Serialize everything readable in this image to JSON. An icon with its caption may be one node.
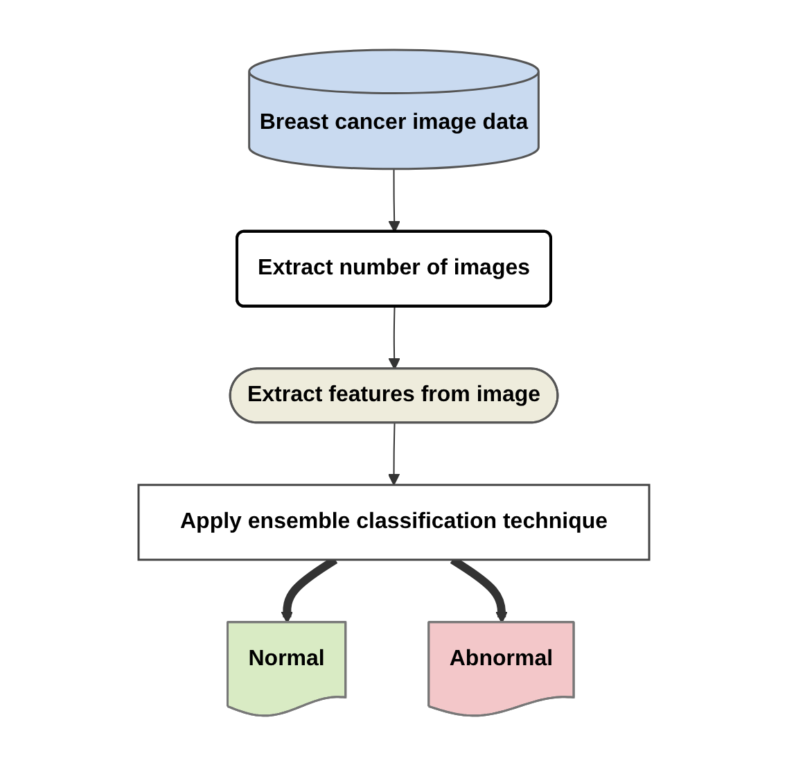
{
  "diagram": {
    "nodes": [
      {
        "text": [
          "Breast cancer image data"
        ]
      },
      {
        "text": [
          "Extract number of images"
        ]
      },
      {
        "text": [
          "Extract features from image"
        ]
      },
      {
        "text": [
          "Apply ensemble classification technique"
        ]
      },
      {
        "text": [
          "Normal"
        ]
      },
      {
        "text": [
          "Abnormal"
        ]
      }
    ],
    "edges": [
      {
        "from": 0,
        "to": 1,
        "arrow": "to"
      },
      {
        "from": 1,
        "to": 2,
        "arrow": "to"
      },
      {
        "from": 2,
        "to": 3,
        "arrow": "to"
      },
      {
        "from": 3,
        "to": 4,
        "arrow": "to",
        "style": "thick"
      },
      {
        "from": 3,
        "to": 5,
        "arrow": "to",
        "style": "thick"
      }
    ]
  }
}
